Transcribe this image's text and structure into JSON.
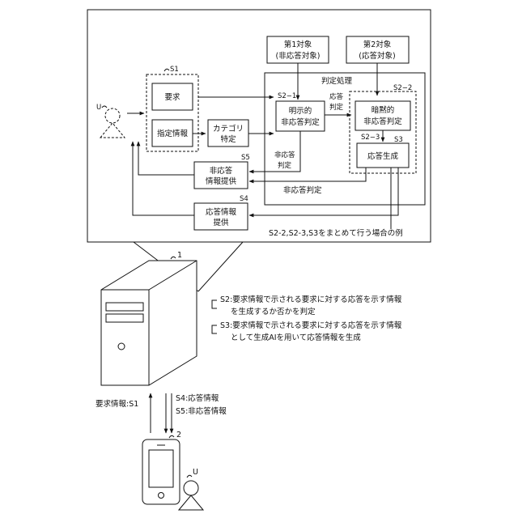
{
  "labels": {
    "target1_l1": "第1対象",
    "target1_l2": "(非応答対象)",
    "target2_l1": "第2対象",
    "target2_l2": "(応答対象)",
    "judgment": "判定処理",
    "s1": "S1",
    "s2_1": "S2−1",
    "s2_2": "S2−2",
    "s2_3": "S2−3",
    "s3": "S3",
    "s4": "S4",
    "s5": "S5",
    "u_top": "U",
    "request": "要求",
    "spec_info": "指定情報",
    "cat_l1": "カテゴリ",
    "cat_l2": "特定",
    "explicit_l1": "明示的",
    "explicit_l2": "非応答判定",
    "resp_judge_l1": "応答",
    "resp_judge_l2": "判定",
    "implicit_l1": "暗黙的",
    "implicit_l2": "非応答判定",
    "gen": "応答生成",
    "nonresp_judge1_l1": "非応答",
    "nonresp_judge1_l2": "判定",
    "nonresp_judge2": "非応答判定",
    "nonresp_info_l1": "非応答",
    "nonresp_info_l2": "情報提供",
    "resp_info_l1": "応答情報",
    "resp_info_l2": "提供",
    "caption": "S2-2,S2-3,S3をまとめて行う場合の例",
    "server_num": "1",
    "s2_desc_l1": "S2:要求情報で示される要求に対する応答を示す情報",
    "s2_desc_l2": "を生成するか否かを判定",
    "s3_desc_l1": "S3:要求情報で示される要求に対する応答を示す情報",
    "s3_desc_l2": "として生成AIを用いて応答情報を生成",
    "req_info_s1": "要求情報:S1",
    "s4_resp": "S4:応答情報",
    "s5_nonresp": "S5:非応答情報",
    "phone_num": "2",
    "u_bottom": "U"
  }
}
